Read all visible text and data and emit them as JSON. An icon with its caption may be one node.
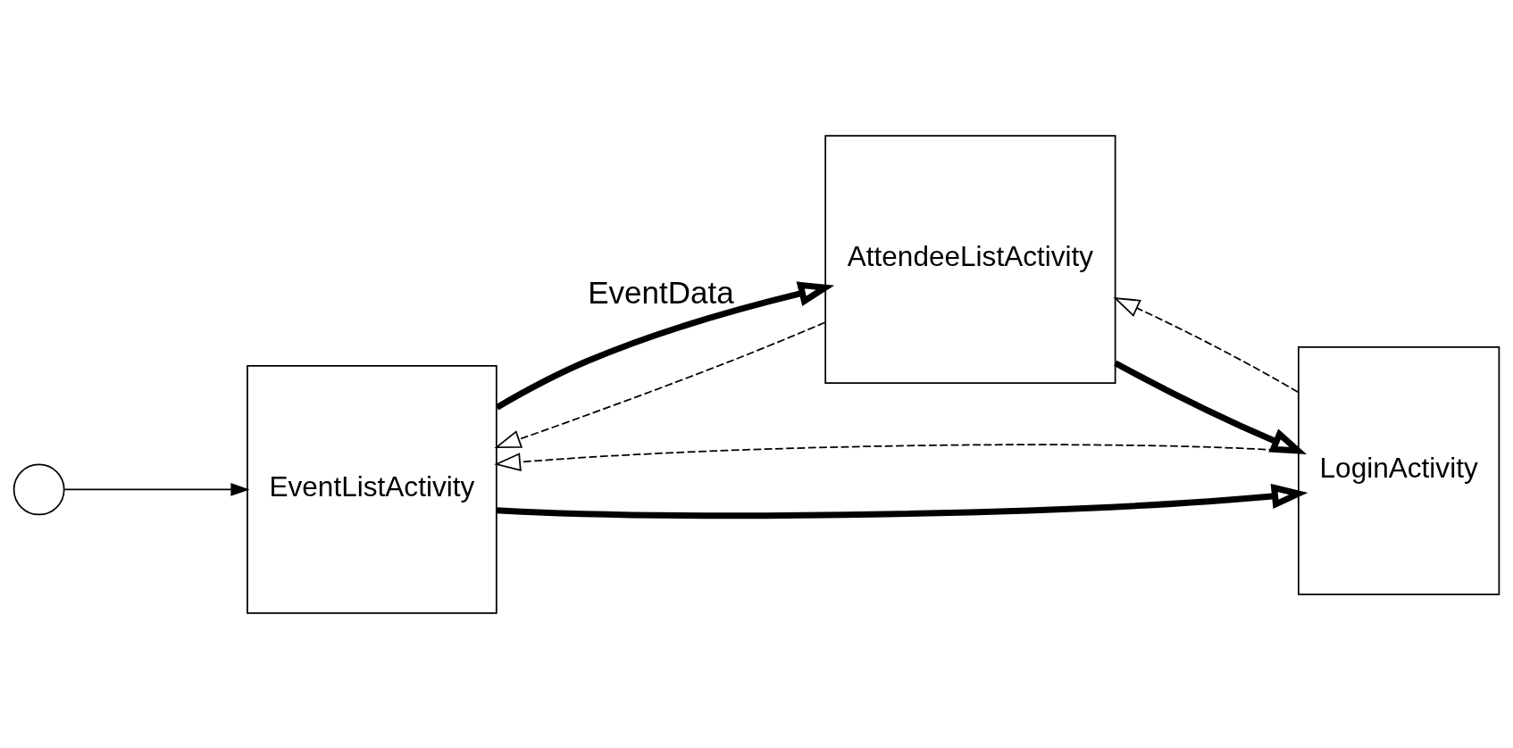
{
  "diagram": {
    "nodes": [
      {
        "text": [],
        "shape": "circle"
      },
      {
        "text": [
          "EventListActivity"
        ]
      },
      {
        "text": [
          "AttendeeListActivity"
        ]
      },
      {
        "text": [
          "LoginActivity"
        ]
      }
    ],
    "edges": [
      {
        "from": 0,
        "to": 1,
        "arrow": "to"
      },
      {
        "from": 1,
        "to": 2,
        "arrow": "to",
        "label": "EventData",
        "style": "thick"
      },
      {
        "from": 2,
        "to": 1,
        "arrow": "to",
        "style": "dashed"
      },
      {
        "from": 1,
        "to": 3,
        "arrow": "to",
        "style": "thick"
      },
      {
        "from": 3,
        "to": 1,
        "arrow": "to",
        "style": "dashed"
      },
      {
        "from": 2,
        "to": 3,
        "arrow": "to",
        "style": "thick"
      },
      {
        "from": 3,
        "to": 2,
        "arrow": "to",
        "style": "dashed"
      }
    ]
  }
}
